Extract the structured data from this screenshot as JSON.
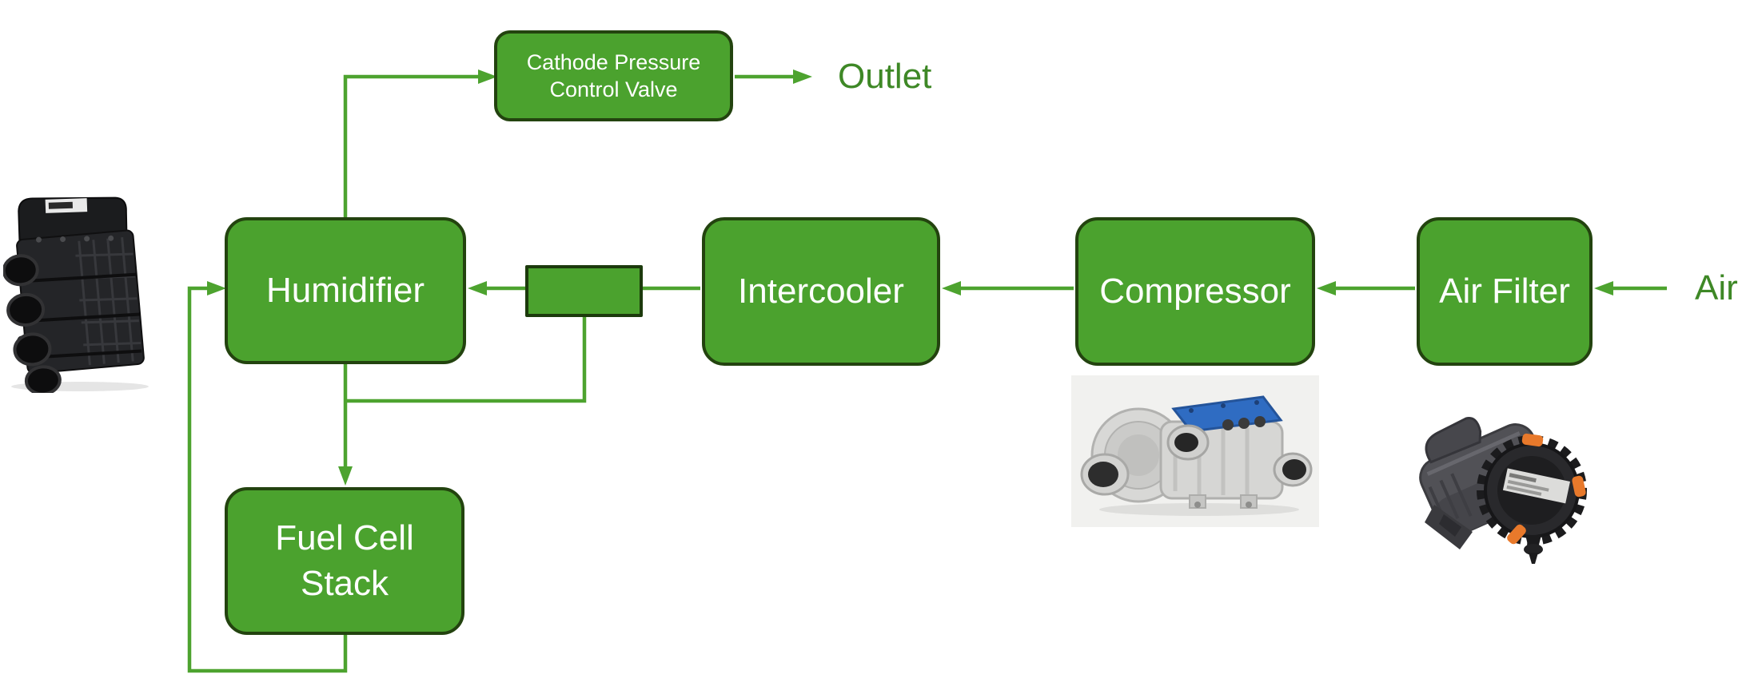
{
  "diagram": {
    "background": "#FFFFFF",
    "colors": {
      "node_fill": "#4BA22E",
      "node_border": "#23430F",
      "connector": "#4DA32F",
      "node_text": "#FFFFFF",
      "flow_text": "#3E8826",
      "compressor_photo_bg": "#F1F1EF"
    },
    "nodes": {
      "valve": {
        "lines": [
          "Cathode Pressure",
          "Control Valve"
        ]
      },
      "humidifier": {
        "label": "Humidifier"
      },
      "intercooler": {
        "label": "Intercooler"
      },
      "compressor": {
        "label": "Compressor"
      },
      "air_filter": {
        "label": "Air Filter"
      },
      "fuel_cell": {
        "lines": [
          "Fuel Cell",
          "Stack"
        ]
      },
      "bypass_valve": {
        "label": ""
      }
    },
    "flow_labels": {
      "outlet": "Outlet",
      "air": "Air"
    }
  }
}
